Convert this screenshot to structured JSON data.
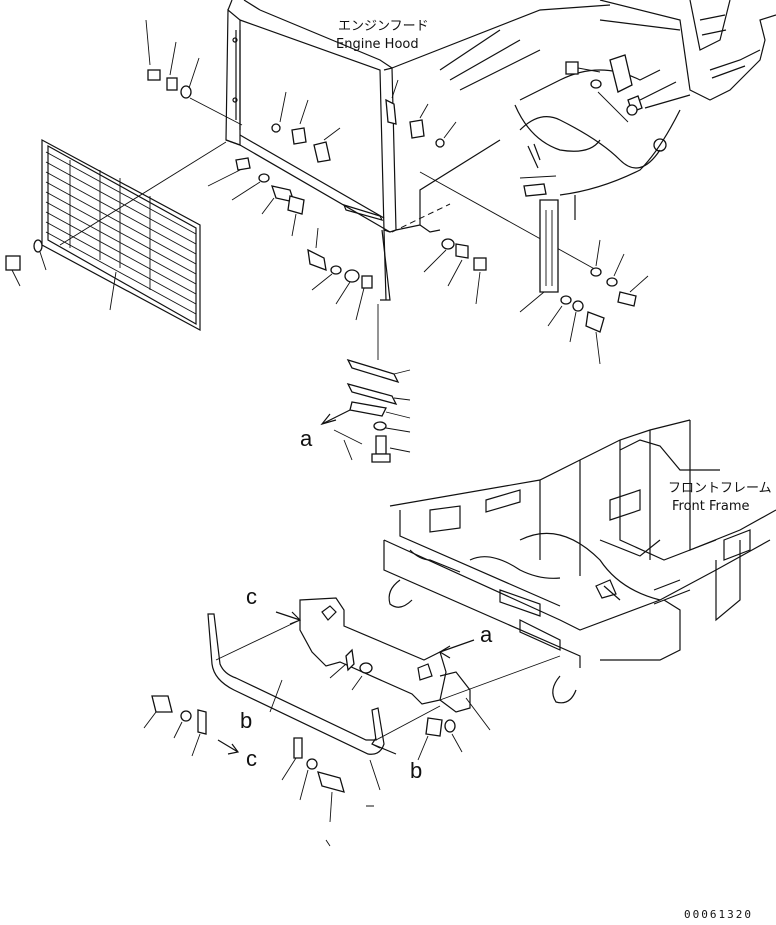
{
  "labels": {
    "engine_hood_jp": "エンジンフード",
    "engine_hood_en": "Engine Hood",
    "front_frame_jp": "フロントフレーム",
    "front_frame_en": "Front Frame"
  },
  "callouts": {
    "a1": "a",
    "a2": "a",
    "b1": "b",
    "b2": "b",
    "c1": "c",
    "c2": "c"
  },
  "drawing_number": "00061320"
}
